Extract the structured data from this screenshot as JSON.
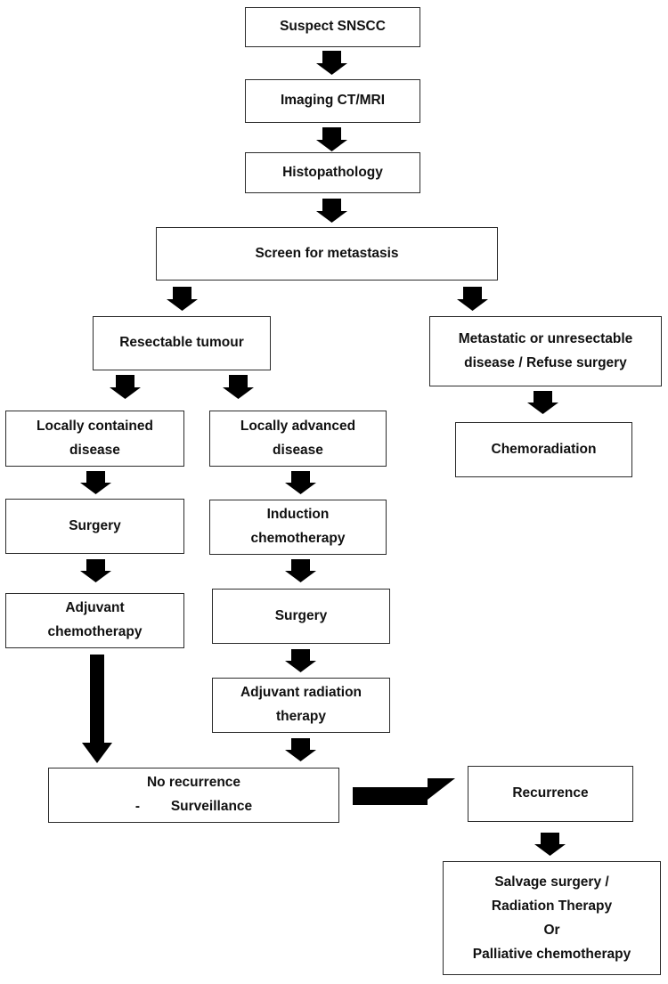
{
  "nodes": {
    "suspect": "Suspect SNSCC",
    "imaging": "Imaging CT/MRI",
    "histopathology": "Histopathology",
    "screen": "Screen for metastasis",
    "resectable": "Resectable tumour",
    "metastatic": [
      "Metastatic or unresectable",
      "disease / Refuse surgery"
    ],
    "chemoradiation": "Chemoradiation",
    "locally_contained": [
      "Locally contained",
      "disease"
    ],
    "locally_advanced": [
      "Locally advanced",
      "disease"
    ],
    "surgery_left": "Surgery",
    "induction": [
      "Induction",
      "chemotherapy"
    ],
    "adjuvant_chemo": [
      "Adjuvant",
      "chemotherapy"
    ],
    "surgery_right": "Surgery",
    "adjuvant_radiation": [
      "Adjuvant radiation",
      "therapy"
    ],
    "no_recurrence": {
      "title": "No recurrence",
      "bullet_marker": "-",
      "bullet_text": "Surveillance"
    },
    "recurrence": "Recurrence",
    "salvage": [
      "Salvage surgery /",
      "Radiation Therapy",
      "Or",
      "Palliative chemotherapy"
    ]
  },
  "colors": {
    "border": "#2b2b2b",
    "arrow": "#000000",
    "text": "#111111",
    "background": "#ffffff"
  }
}
